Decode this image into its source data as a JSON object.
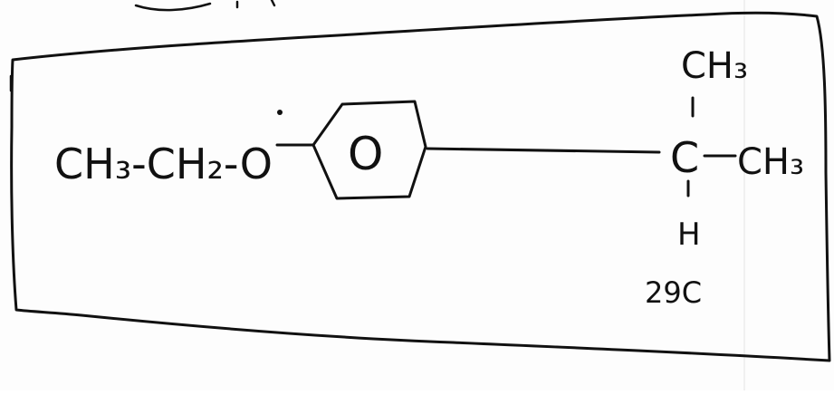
{
  "colors": {
    "ink": "#111111",
    "paper": "#fdfdfd"
  },
  "structure": {
    "left_chain": "CH₃-CH₂-O",
    "ring_center": "O",
    "branch_top": "CH₃",
    "branch_center": "C",
    "branch_right": "CH₃",
    "branch_bottom": "H",
    "annotation": "29C"
  }
}
